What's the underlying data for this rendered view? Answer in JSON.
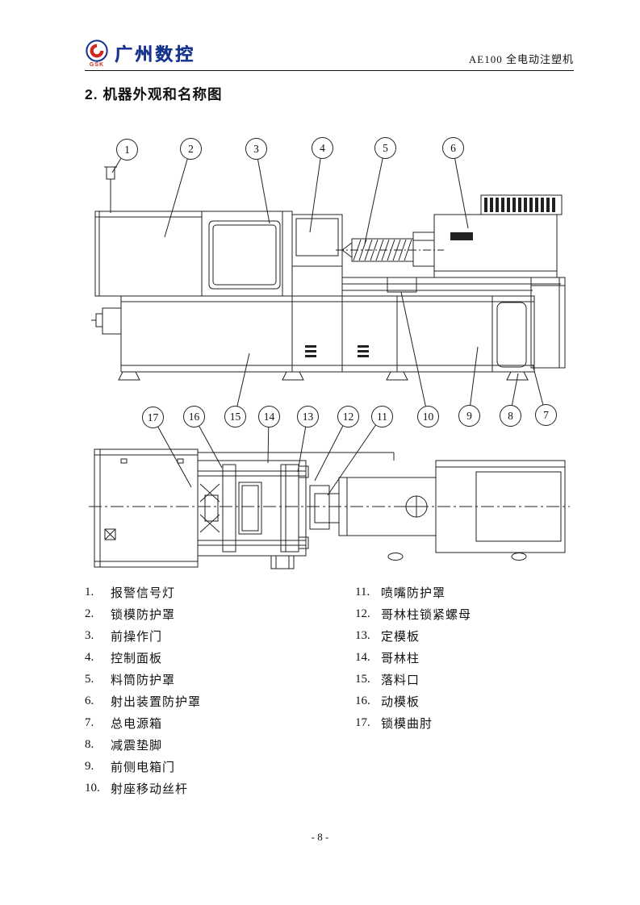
{
  "header": {
    "logo_text": "广州数控",
    "logo_caption": "GSK",
    "doc_title": "AE100 全电动注塑机"
  },
  "page": {
    "section_title": "2. 机器外观和名称图",
    "page_number": "- 8 -"
  },
  "callouts": [
    "1",
    "2",
    "3",
    "4",
    "5",
    "6",
    "7",
    "8",
    "9",
    "10",
    "11",
    "12",
    "13",
    "14",
    "15",
    "16",
    "17"
  ],
  "parts": {
    "left": [
      {
        "num": "1.",
        "label": "报警信号灯"
      },
      {
        "num": "2.",
        "label": "锁模防护罩"
      },
      {
        "num": "3.",
        "label": "前操作门"
      },
      {
        "num": "4.",
        "label": "控制面板"
      },
      {
        "num": "5.",
        "label": "料筒防护罩"
      },
      {
        "num": "6.",
        "label": "射出装置防护罩"
      },
      {
        "num": "7.",
        "label": "总电源箱"
      },
      {
        "num": "8.",
        "label": "减震垫脚"
      },
      {
        "num": "9.",
        "label": "前侧电箱门"
      },
      {
        "num": "10.",
        "label": "射座移动丝杆"
      }
    ],
    "right": [
      {
        "num": "11.",
        "label": "喷嘴防护罩"
      },
      {
        "num": "12.",
        "label": "哥林柱锁紧螺母"
      },
      {
        "num": "13.",
        "label": "定模板"
      },
      {
        "num": "14.",
        "label": "哥林柱"
      },
      {
        "num": "15.",
        "label": "落料口"
      },
      {
        "num": "16.",
        "label": "动模板"
      },
      {
        "num": "17.",
        "label": "锁模曲肘"
      }
    ]
  }
}
